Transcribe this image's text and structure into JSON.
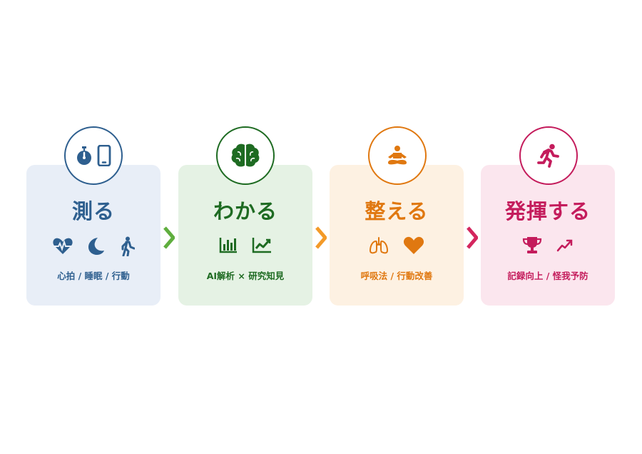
{
  "steps": [
    {
      "title": "測る",
      "subtitle": "心拍 / 睡眠 / 行動",
      "color": "#2e5f8f",
      "bg": "#e8eef7",
      "top_icons": [
        "stopwatch-icon",
        "smartphone-icon"
      ],
      "icons": [
        "heartbeat-icon",
        "moon-icon",
        "walking-icon"
      ]
    },
    {
      "title": "わかる",
      "subtitle": "AI解析 × 研究知見",
      "color": "#1e6b22",
      "bg": "#e5f2e4",
      "top_icons": [
        "brain-icon"
      ],
      "icons": [
        "bar-chart-icon",
        "line-chart-icon"
      ]
    },
    {
      "title": "整える",
      "subtitle": "呼吸法 / 行動改善",
      "color": "#e07810",
      "bg": "#fdf1e2",
      "top_icons": [
        "meditation-icon"
      ],
      "icons": [
        "lungs-icon",
        "heart-icon"
      ]
    },
    {
      "title": "発揮する",
      "subtitle": "記録向上 / 怪我予防",
      "color": "#c41c5c",
      "bg": "#fbe6ee",
      "top_icons": [
        "running-icon"
      ],
      "icons": [
        "trophy-icon",
        "trend-up-icon"
      ]
    }
  ],
  "arrows": [
    {
      "color": "#5fae3e"
    },
    {
      "color": "#f39a28"
    },
    {
      "color": "#d4265e"
    }
  ]
}
